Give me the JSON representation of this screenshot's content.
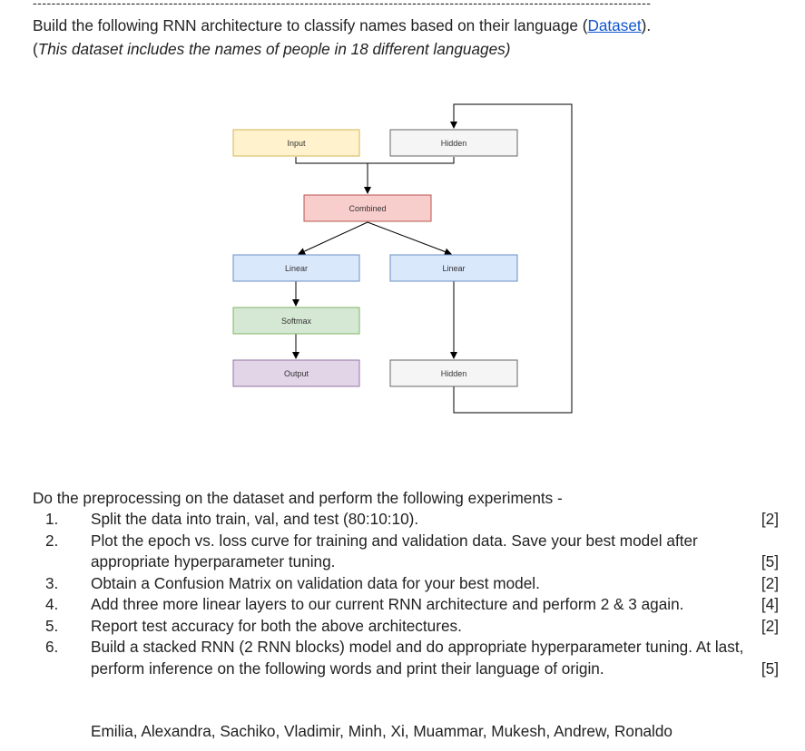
{
  "separator": "------------------------------------------------------------------------------------------------------------------------------------",
  "intro": {
    "line1_before": "Build the following RNN architecture to classify names based on their language (",
    "link_text": "Dataset",
    "line1_after": ").",
    "line2_open": "(",
    "line2_italic": "This dataset includes the names of people in 18 different languages)"
  },
  "diagram": {
    "nodes": {
      "input": "Input",
      "hidden_top": "Hidden",
      "combined": "Combined",
      "linear_left": "Linear",
      "linear_right": "Linear",
      "softmax": "Softmax",
      "output": "Output",
      "hidden_bottom": "Hidden"
    },
    "colors": {
      "input": "#fff2cc",
      "input_border": "#d6b656",
      "hidden": "#f5f5f5",
      "hidden_border": "#666666",
      "combined": "#f8cecc",
      "combined_border": "#b85450",
      "linear": "#dae8fc",
      "linear_border": "#6c8ebf",
      "softmax": "#d5e8d4",
      "softmax_border": "#82b366",
      "output": "#e1d5e7",
      "output_border": "#9673a6"
    }
  },
  "task_intro": "Do the preprocessing on the dataset and perform the following experiments -",
  "tasks": [
    {
      "num": "1.",
      "text": "Split the data into train, val, and test (80:10:10).",
      "points": "[2]"
    },
    {
      "num": "2.",
      "text": "Plot the epoch vs. loss curve for training and validation data. Save your best model after appropriate hyperparameter tuning.",
      "points": "[5]"
    },
    {
      "num": "3.",
      "text": "Obtain a Confusion Matrix on validation data for your best model.",
      "points": "[2]"
    },
    {
      "num": "4.",
      "text": "Add three more linear layers to our current RNN architecture and perform 2 & 3 again.",
      "points": "[4]"
    },
    {
      "num": "5.",
      "text": "Report test accuracy for both the above architectures.",
      "points": "[2]"
    },
    {
      "num": "6.",
      "text": "Build a stacked RNN (2 RNN blocks) model and do appropriate hyperparameter tuning. At last, perform inference on the following words and print their language of origin.",
      "points": "[5]"
    }
  ],
  "words": "Emilia, Alexandra, Sachiko, Vladimir, Minh, Xi, Muammar, Mukesh, Andrew, Ronaldo"
}
